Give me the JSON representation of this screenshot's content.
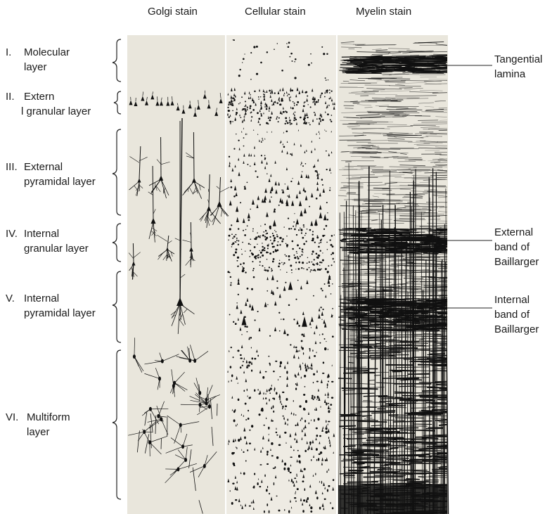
{
  "columns": [
    "Golgi stain",
    "Cellular stain",
    "Myelin stain"
  ],
  "layers": [
    {
      "num": "I.",
      "line1": "Molecular",
      "line2": "layer"
    },
    {
      "num": "II.",
      "line1": "Extern",
      "line2": "l granular layer"
    },
    {
      "num": "III.",
      "line1": "External",
      "line2": "pyramidal layer"
    },
    {
      "num": "IV.",
      "line1": "Internal",
      "line2": "granular layer"
    },
    {
      "num": "V.",
      "line1": "Internal",
      "line2": "pyramidal layer"
    },
    {
      "num": "VI.",
      "line1": "Multiform",
      "line2": "layer"
    }
  ],
  "annotations": [
    {
      "line1": "Tangential",
      "line2": "lamina"
    },
    {
      "line1": "External",
      "line2": "band of",
      "line3": "Baillarger"
    },
    {
      "line1": "Internal",
      "line2": "band of",
      "line3": "Baillarger"
    }
  ],
  "colors": {
    "panel": "#e9e6dc",
    "ink": "#111111",
    "divider": "#ffffff"
  }
}
